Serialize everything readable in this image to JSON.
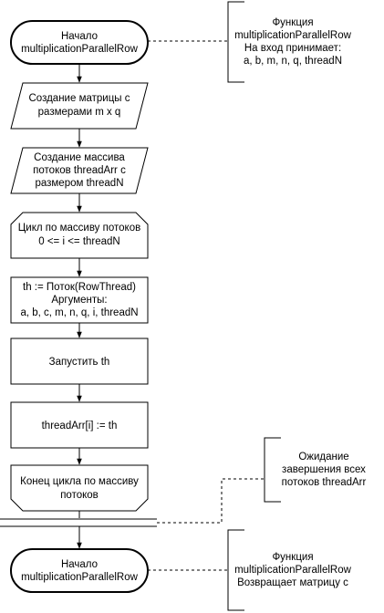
{
  "nodes": {
    "start": [
      "Начало",
      "multiplicationParallelRow"
    ],
    "create_matrix": [
      "Создание матрицы с",
      "размерами m x q"
    ],
    "create_array": [
      "Создание массива",
      "потоков threadArr с",
      "размером threadN"
    ],
    "loop_start": [
      "Цикл по массиву потоков",
      "0 <= i <= threadN"
    ],
    "thread_create": [
      "th := Поток(RowThread)",
      "Аргументы:",
      "a, b, c, m, n, q, i, threadN"
    ],
    "run": [
      "Запустить th"
    ],
    "assign": [
      "threadArr[i] := th"
    ],
    "loop_end": [
      "Конец цикла по массиву",
      "потоков"
    ],
    "end": [
      "Начало",
      "multiplicationParallelRow"
    ]
  },
  "comments": {
    "top": [
      "Функция",
      "multiplicationParallelRow",
      "На вход принимает:",
      "a, b, m, n, q, threadN"
    ],
    "wait": [
      "Ожидание",
      "завершения всех",
      "потоков threadArr"
    ],
    "bottom": [
      "Функция",
      "multiplicationParallelRow",
      "Возвращает матрицу c"
    ]
  }
}
